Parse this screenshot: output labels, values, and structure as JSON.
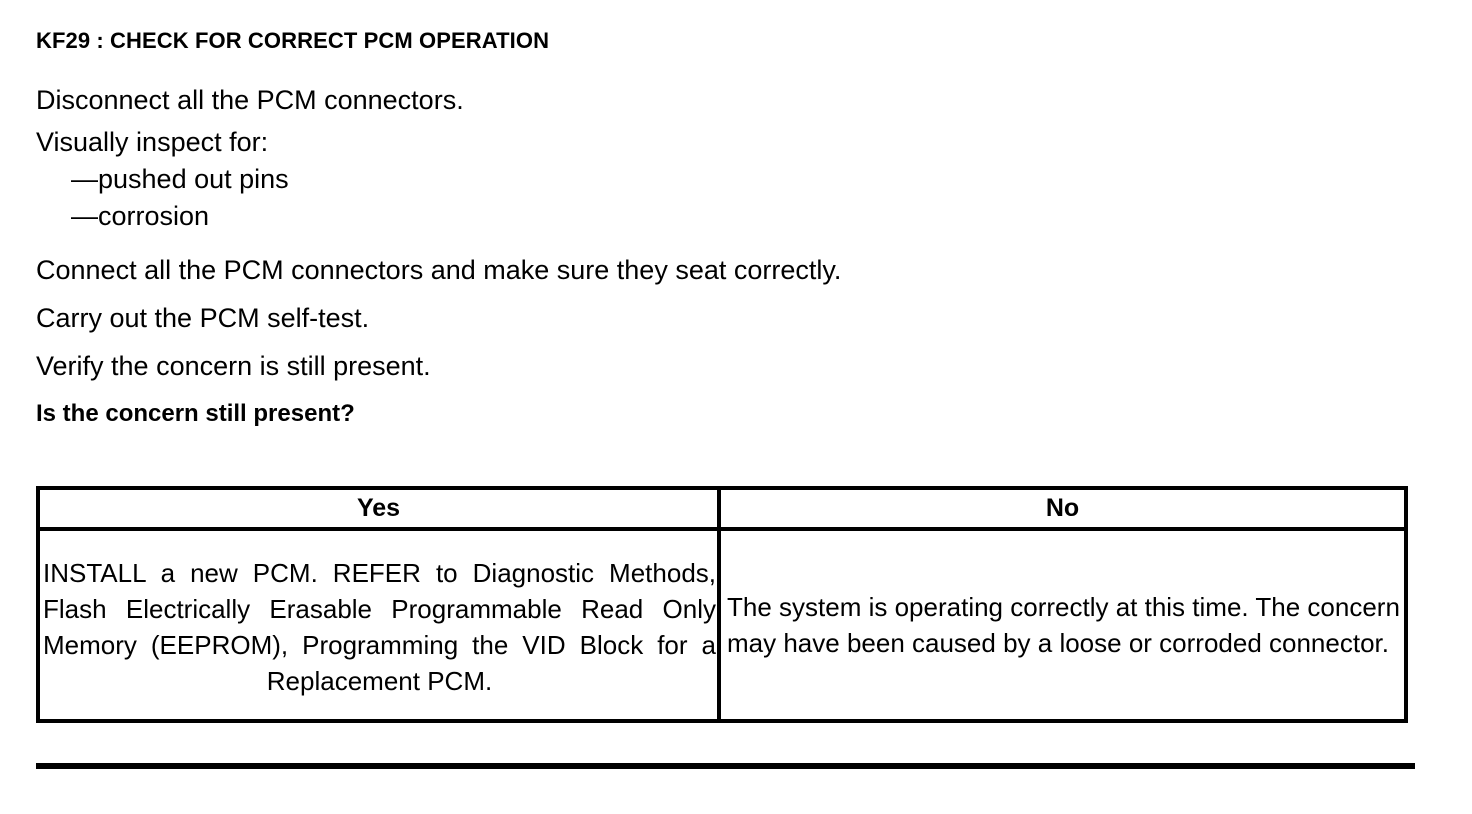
{
  "document": {
    "step_title": "KF29 : CHECK FOR CORRECT PCM OPERATION",
    "instructions": [
      "Disconnect all the PCM connectors.",
      "Visually inspect for:",
      "—pushed out pins",
      "—corrosion",
      "Connect all the PCM connectors and make sure they seat correctly.",
      "Carry out the PCM self-test.",
      "Verify the concern is still present.",
      "Is the concern still present?"
    ],
    "instruction_lines": {
      "disconnect": "Disconnect all the PCM connectors.",
      "visually_inspect": "Visually inspect for:",
      "sub_pushed_out_pins": "—pushed out pins",
      "sub_corrosion": "—corrosion",
      "connect": "Connect all the PCM connectors and make sure they seat correctly.",
      "self_test": "Carry out the PCM self-test.",
      "verify": "Verify the concern is still present.",
      "question": "Is the concern still present?"
    }
  },
  "result_table": {
    "headers": {
      "yes": "Yes",
      "no": "No"
    },
    "cells": {
      "yes": "INSTALL a new PCM. REFER to Diagnostic Methods, Flash Electrically Erasable Programmable Read Only Memory (EEPROM), Programming the VID Block for a Replacement PCM.",
      "no": "The system is operating correctly at this time. The concern may have been caused by a loose or corroded connector."
    }
  },
  "colors": {
    "ink": "#000000",
    "paper": "#ffffff"
  }
}
